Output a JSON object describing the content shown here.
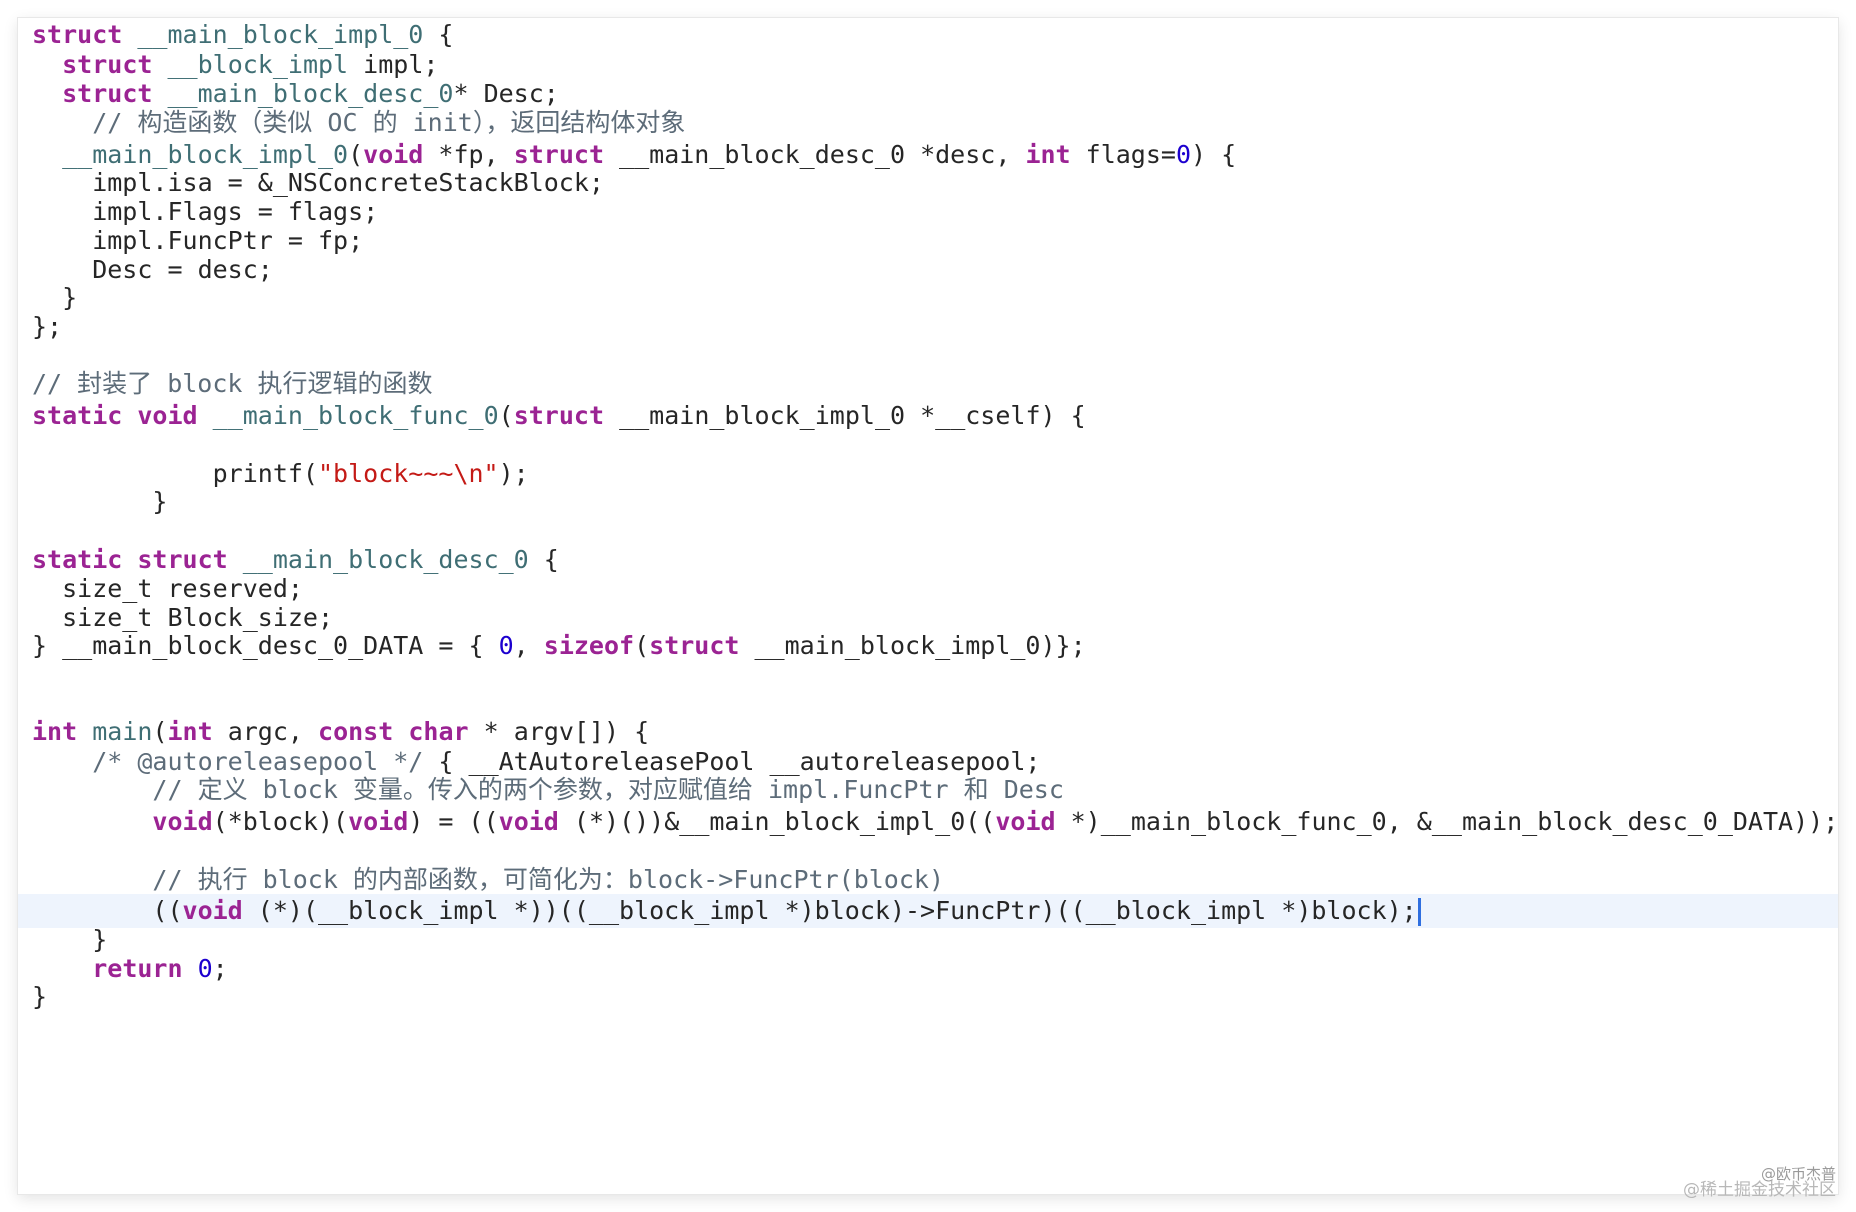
{
  "colors": {
    "keyword": "#9b2393",
    "function": "#3f6e74",
    "comment": "#5d6c79",
    "number": "#1c00cf",
    "string": "#c41a16",
    "plain": "#262626",
    "current_line_bg": "#eef4fd",
    "cursor": "#2f6fe0"
  },
  "editor": {
    "current_line_index": 30,
    "lines": [
      [
        [
          "kw",
          "struct"
        ],
        [
          "pl",
          " "
        ],
        [
          "fn",
          "__main_block_impl_0"
        ],
        [
          "pl",
          " {"
        ]
      ],
      [
        [
          "pl",
          "  "
        ],
        [
          "kw",
          "struct"
        ],
        [
          "pl",
          " "
        ],
        [
          "fn",
          "__block_impl"
        ],
        [
          "pl",
          " impl;"
        ]
      ],
      [
        [
          "pl",
          "  "
        ],
        [
          "kw",
          "struct"
        ],
        [
          "pl",
          " "
        ],
        [
          "fn",
          "__main_block_desc_0"
        ],
        [
          "pl",
          "* Desc;"
        ]
      ],
      [
        [
          "cm",
          "    // 构造函数（类似 OC 的 init），返回结构体对象"
        ]
      ],
      [
        [
          "pl",
          "  "
        ],
        [
          "fn",
          "__main_block_impl_0"
        ],
        [
          "pl",
          "("
        ],
        [
          "kw",
          "void"
        ],
        [
          "pl",
          " *fp, "
        ],
        [
          "kw",
          "struct"
        ],
        [
          "pl",
          " __main_block_desc_0 *desc, "
        ],
        [
          "kw",
          "int"
        ],
        [
          "pl",
          " flags="
        ],
        [
          "num",
          "0"
        ],
        [
          "pl",
          ") {"
        ]
      ],
      [
        [
          "pl",
          "    impl.isa = &_NSConcreteStackBlock;"
        ]
      ],
      [
        [
          "pl",
          "    impl.Flags = flags;"
        ]
      ],
      [
        [
          "pl",
          "    impl.FuncPtr = fp;"
        ]
      ],
      [
        [
          "pl",
          "    Desc = desc;"
        ]
      ],
      [
        [
          "pl",
          "  }"
        ]
      ],
      [
        [
          "pl",
          "};"
        ]
      ],
      [],
      [
        [
          "cm",
          "// 封装了 block 执行逻辑的函数"
        ]
      ],
      [
        [
          "kw",
          "static"
        ],
        [
          "pl",
          " "
        ],
        [
          "kw",
          "void"
        ],
        [
          "pl",
          " "
        ],
        [
          "fn",
          "__main_block_func_0"
        ],
        [
          "pl",
          "("
        ],
        [
          "kw",
          "struct"
        ],
        [
          "pl",
          " __main_block_impl_0 *__cself) {"
        ]
      ],
      [],
      [
        [
          "pl",
          "            printf("
        ],
        [
          "str",
          "\"block~~~\\n\""
        ],
        [
          "pl",
          ");"
        ]
      ],
      [
        [
          "pl",
          "        }"
        ]
      ],
      [],
      [
        [
          "kw",
          "static"
        ],
        [
          "pl",
          " "
        ],
        [
          "kw",
          "struct"
        ],
        [
          "pl",
          " "
        ],
        [
          "fn",
          "__main_block_desc_0"
        ],
        [
          "pl",
          " {"
        ]
      ],
      [
        [
          "pl",
          "  size_t reserved;"
        ]
      ],
      [
        [
          "pl",
          "  size_t Block_size;"
        ]
      ],
      [
        [
          "pl",
          "} __main_block_desc_0_DATA = { "
        ],
        [
          "num",
          "0"
        ],
        [
          "pl",
          ", "
        ],
        [
          "kw",
          "sizeof"
        ],
        [
          "pl",
          "("
        ],
        [
          "kw",
          "struct"
        ],
        [
          "pl",
          " __main_block_impl_0)};"
        ]
      ],
      [],
      [],
      [
        [
          "kw",
          "int"
        ],
        [
          "pl",
          " "
        ],
        [
          "fn",
          "main"
        ],
        [
          "pl",
          "("
        ],
        [
          "kw",
          "int"
        ],
        [
          "pl",
          " argc, "
        ],
        [
          "kw",
          "const"
        ],
        [
          "pl",
          " "
        ],
        [
          "kw",
          "char"
        ],
        [
          "pl",
          " * argv[]) {"
        ]
      ],
      [
        [
          "pl",
          "    "
        ],
        [
          "cm",
          "/* @autoreleasepool */"
        ],
        [
          "pl",
          " { __AtAutoreleasePool __autoreleasepool;"
        ]
      ],
      [
        [
          "cm",
          "        // 定义 block 变量。传入的两个参数，对应赋值给 impl.FuncPtr 和 Desc"
        ]
      ],
      [
        [
          "pl",
          "        "
        ],
        [
          "kw",
          "void"
        ],
        [
          "pl",
          "(*block)("
        ],
        [
          "kw",
          "void"
        ],
        [
          "pl",
          ") = (("
        ],
        [
          "kw",
          "void"
        ],
        [
          "pl",
          " (*)())&__main_block_impl_0(("
        ],
        [
          "kw",
          "void"
        ],
        [
          "pl",
          " *)__main_block_func_0, &__main_block_desc_0_DATA));"
        ]
      ],
      [],
      [
        [
          "cm",
          "        // 执行 block 的内部函数，可简化为：block->FuncPtr(block)"
        ]
      ],
      [
        [
          "pl",
          "        (("
        ],
        [
          "kw",
          "void"
        ],
        [
          "pl",
          " (*)(__block_impl *))((__block_impl *)block)->FuncPtr)((__block_impl *)block);"
        ]
      ],
      [
        [
          "pl",
          "    }"
        ]
      ],
      [
        [
          "pl",
          "    "
        ],
        [
          "kw",
          "return"
        ],
        [
          "pl",
          " "
        ],
        [
          "num",
          "0"
        ],
        [
          "pl",
          ";"
        ]
      ],
      [
        [
          "pl",
          "}"
        ]
      ]
    ]
  },
  "watermark": {
    "author": "@欧币杰普",
    "site": "@稀土掘金技术社区"
  }
}
